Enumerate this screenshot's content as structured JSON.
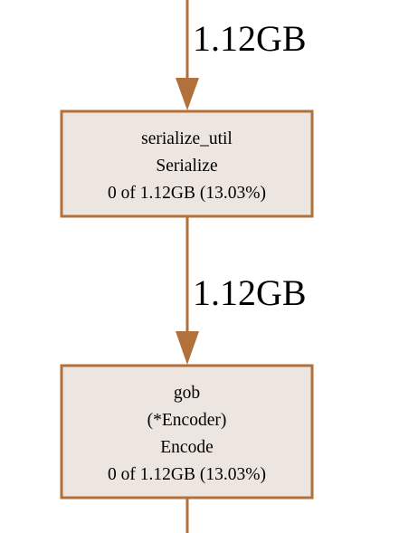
{
  "colors": {
    "edge": "#b2713a",
    "node_fill": "#ede6e0",
    "node_stroke": "#b2713a",
    "text": "#000000"
  },
  "edges": [
    {
      "label": "1.12GB"
    },
    {
      "label": "1.12GB"
    }
  ],
  "nodes": [
    {
      "lines": [
        "serialize_util",
        "Serialize",
        "0 of 1.12GB (13.03%)"
      ]
    },
    {
      "lines": [
        "gob",
        "(*Encoder)",
        "Encode",
        "0 of 1.12GB (13.03%)"
      ]
    }
  ]
}
